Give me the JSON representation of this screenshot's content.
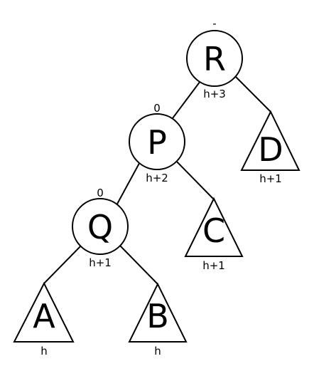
{
  "diagram": {
    "nodes": {
      "r": {
        "label": "R",
        "balance": "-",
        "height": "h+3"
      },
      "p": {
        "label": "P",
        "balance": "0",
        "height": "h+2"
      },
      "q": {
        "label": "Q",
        "balance": "0",
        "height": "h+1"
      }
    },
    "subtrees": {
      "a": {
        "label": "A",
        "height": "h"
      },
      "b": {
        "label": "B",
        "height": "h"
      },
      "c": {
        "label": "C",
        "height": "h+1"
      },
      "d": {
        "label": "D",
        "height": "h+1"
      }
    }
  }
}
